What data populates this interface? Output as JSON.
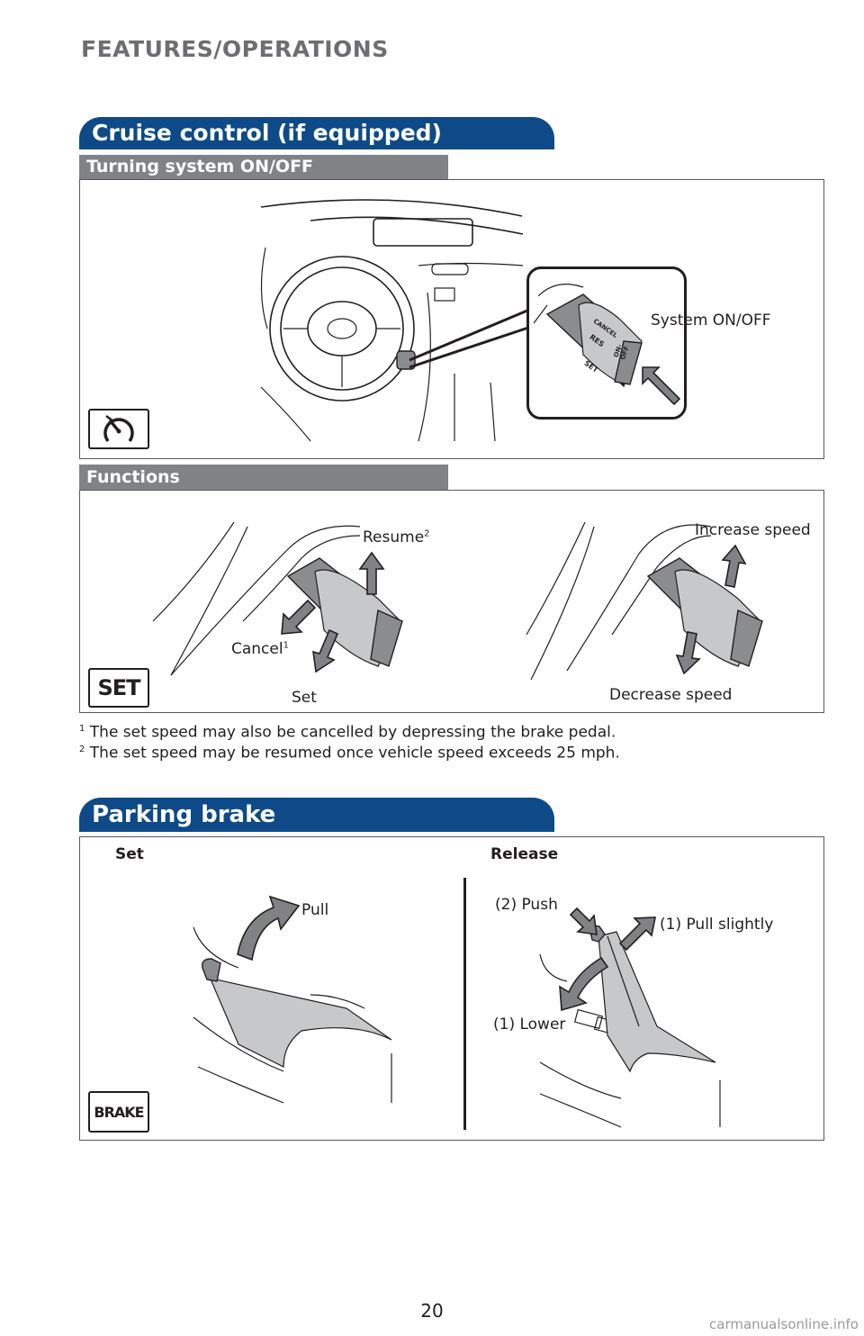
{
  "page": {
    "header": "FEATURES/OPERATIONS",
    "page_number": "20",
    "watermark": "carmanualsonline.info"
  },
  "cruise": {
    "title": "Cruise control (if equipped)",
    "onoff": {
      "subtitle": "Turning system ON/OFF",
      "label_system": "System ON/OFF",
      "icon": "cruise-speedometer-icon",
      "stalk_text": {
        "cancel": "CANCEL",
        "res": "RES",
        "set": "SET",
        "onoff": "ON-OFF"
      }
    },
    "functions": {
      "subtitle": "Functions",
      "icon_text": "SET",
      "labels": {
        "resume": "Resume",
        "resume_sup": "2",
        "cancel": "Cancel",
        "cancel_sup": "1",
        "set": "Set",
        "increase": "Increase speed",
        "decrease": "Decrease speed"
      }
    },
    "footnotes": [
      {
        "mark": "1",
        "text": "The set speed may also be cancelled by depressing the brake pedal."
      },
      {
        "mark": "2",
        "text": "The set speed may be resumed once vehicle speed exceeds 25 mph."
      }
    ]
  },
  "parking": {
    "title": "Parking brake",
    "set_label": "Set",
    "release_label": "Release",
    "pull": "Pull",
    "push": "(2) Push",
    "pull_slightly": "(1) Pull slightly",
    "lower": "(1) Lower",
    "icon_text": "BRAKE"
  }
}
